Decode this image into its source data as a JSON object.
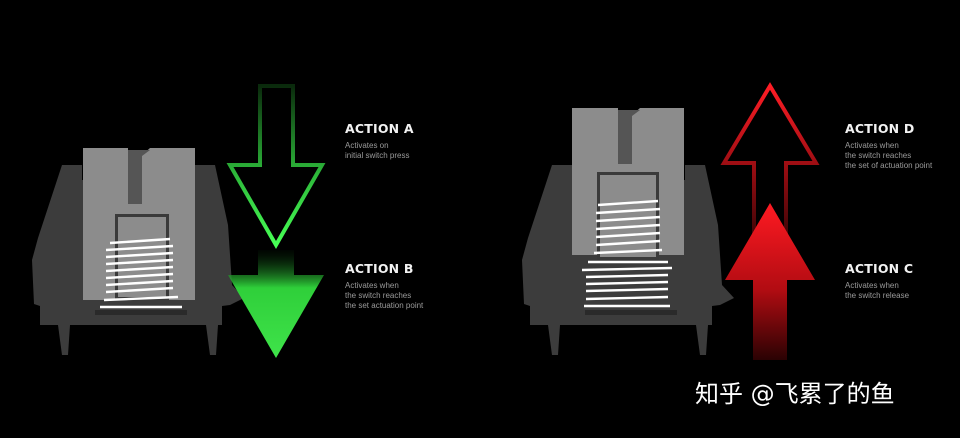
{
  "actions": {
    "a": {
      "title": "ACTION A",
      "description": "Activates on\ninitial switch press"
    },
    "b": {
      "title": "ACTION B",
      "description": "Activates when\nthe switch reaches\nthe set actuation point"
    },
    "d": {
      "title": "ACTION D",
      "description": "Activates when\nthe switch reaches\nthe set of actuation point"
    },
    "c": {
      "title": "ACTION C",
      "description": "Activates when\nthe switch release"
    }
  },
  "watermark": "知乎 @飞累了的鱼",
  "colors": {
    "background": "#000000",
    "housing": "#3c3c3c",
    "stem": "#8c8c8c",
    "spring": "#ffffff",
    "green_accent": "#3fe34a",
    "red_accent": "#d10d14"
  }
}
